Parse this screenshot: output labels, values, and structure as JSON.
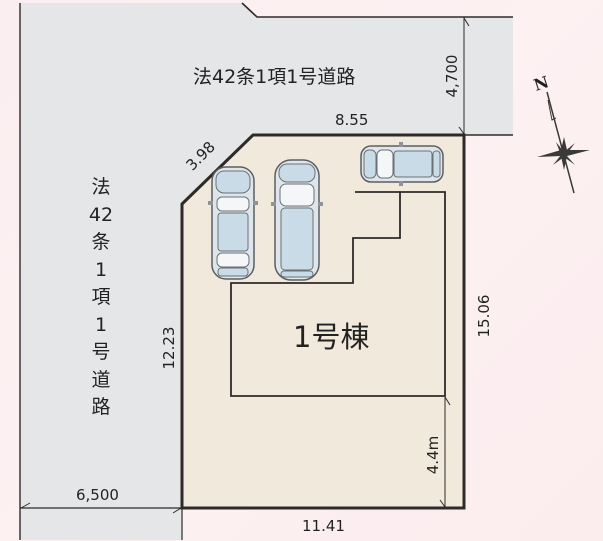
{
  "roads": {
    "north_road_label": "法42条1項1号道路",
    "west_road_label": "法42条1項1号道路"
  },
  "building": {
    "label": "1号棟"
  },
  "dimensions": {
    "lot_top": "8.55",
    "lot_corner_chamfer": "3.98",
    "lot_left": "12.23",
    "lot_right": "15.06",
    "lot_bottom": "11.41",
    "north_road_width": "4,700",
    "west_road_width": "6,500",
    "setback_right": "4.4m"
  },
  "compass": {
    "label": "N"
  },
  "colors": {
    "background": "#fbeef0",
    "road": "#e5e6e8",
    "lot": "#f1e9db",
    "line": "#2e2a28",
    "car_glass": "#c9dbe6",
    "car_body": "#dfe6eb"
  },
  "parking": {
    "cars": [
      "sedan",
      "minivan",
      "compact-wagon"
    ]
  }
}
